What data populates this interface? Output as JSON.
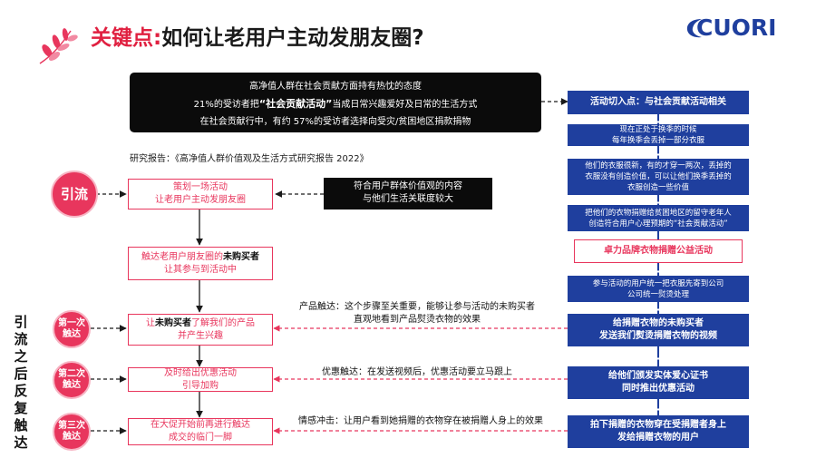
{
  "header": {
    "title_highlight": "关键点:",
    "title_rest": "如何让老用户主动发朋友圈?",
    "logo": "CUORI"
  },
  "research": {
    "line1": "高净值人群在社会贡献方面持有热忱的态度",
    "line2_pre": "21%的受访者把",
    "line2_bold": "“社会贡献活动”",
    "line2_post": "当成日常兴趣爱好及日常的生活方式",
    "line3": "在社会贡献行中，有约 57%的受访者选择向受灾/贫困地区捐款捐物",
    "source": "研究报告：《高净值人群价值观及生活方式研究报告 2022》"
  },
  "left_flow": {
    "stage_label": "引流",
    "plan_line1": "策划一场活动",
    "plan_line2": "让老用户主动发朋友圈",
    "values_line1": "符合用户群体价值观的内容",
    "values_line2": "与他们生活关联度较大",
    "reach_pre": "触达老用户朋友圈的",
    "reach_bold": "未购买者",
    "reach_post": "让其参与到活动中",
    "vertical_label": [
      "引",
      "流",
      "之",
      "后",
      "反",
      "复",
      "触",
      "达"
    ]
  },
  "touches": [
    {
      "badge": [
        "第一次",
        "触达"
      ],
      "box_pre": "让",
      "box_bold": "未购买者",
      "box_post": "了解我们的产品",
      "box_line2": "并产生兴趣",
      "note_line1": "产品触达：这个步骤至关重要，能够让参与活动的未购买者",
      "note_line2": "直观地看到产品熨烫衣物的效果"
    },
    {
      "badge": [
        "第二次",
        "触达"
      ],
      "box_line1": "及时给出优惠活动",
      "box_line2": "引导加购",
      "note_line1": "优惠触达：在发送视频后，优惠活动要立马跟上"
    },
    {
      "badge": [
        "第三次",
        "触达"
      ],
      "box_line1": "在大促开始前再进行触达",
      "box_line2": "成交的临门一脚",
      "note_line1": "情感冲击：让用户看到她捐赠的衣物穿在被捐赠人身上的效果"
    }
  ],
  "right_flow": {
    "entry": "活动切入点：与社会贡献活动相关",
    "step1_line1": "现在正处于换季的时候",
    "step1_line2": "每年换季会丢掉一部分衣服",
    "step2_line1": "他们的衣服很新，有的才穿一两次，丢掉的",
    "step2_line2": "衣服没有创造价值，可以让他们换季丢掉的",
    "step2_line3": "衣服创造一些价值",
    "step3_line1": "把他们的衣物捐赠给贫困地区的留守老年人",
    "step3_line2": "创造符合用户心理预期的“社会贡献活动”",
    "activity": "卓力品牌衣物捐赠公益活动",
    "step4_line1": "参与活动的用户统一把衣服先寄到公司",
    "step4_line2": "公司统一熨烫处理",
    "step5_line1": "给捐赠衣物的未购买者",
    "step5_line2": "发送我们熨烫捐赠衣物的视频",
    "step6_line1": "给他们颁发实体爱心证书",
    "step6_line2": "同时推出优惠活动",
    "step7_line1": "拍下捐赠的衣物穿在受捐赠者身上",
    "step7_line2": "发给捐赠衣物的用户"
  },
  "colors": {
    "accent_pink": "#e8365d",
    "brand_blue": "#1f3f9e",
    "box_black": "#0b0b0b"
  }
}
